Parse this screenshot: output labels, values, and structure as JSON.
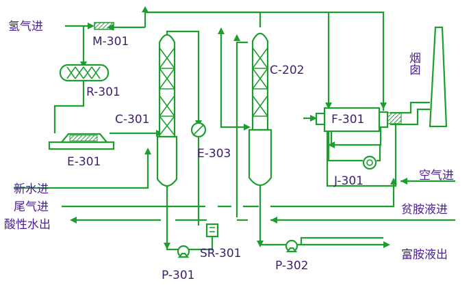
{
  "streams": {
    "hydrogen_in": "氢气进",
    "fresh_water_in": "新水进",
    "tail_gas_in": "尾气进",
    "acid_water_out": "酸性水出",
    "air_in": "空气进",
    "lean_amine_in": "贫胺液进",
    "rich_amine_out": "富胺液出",
    "chimney": "烟囱"
  },
  "equipment": {
    "m301": "M-301",
    "r301": "R-301",
    "c301": "C-301",
    "e301": "E-301",
    "e303": "E-303",
    "c202": "C-202",
    "f301": "F-301",
    "j301": "J-301",
    "p301": "P-301",
    "sr301": "SR-301",
    "p302": "P-302"
  },
  "colors": {
    "pipe": "#1b9e2e",
    "label": "#3c1f6b"
  }
}
